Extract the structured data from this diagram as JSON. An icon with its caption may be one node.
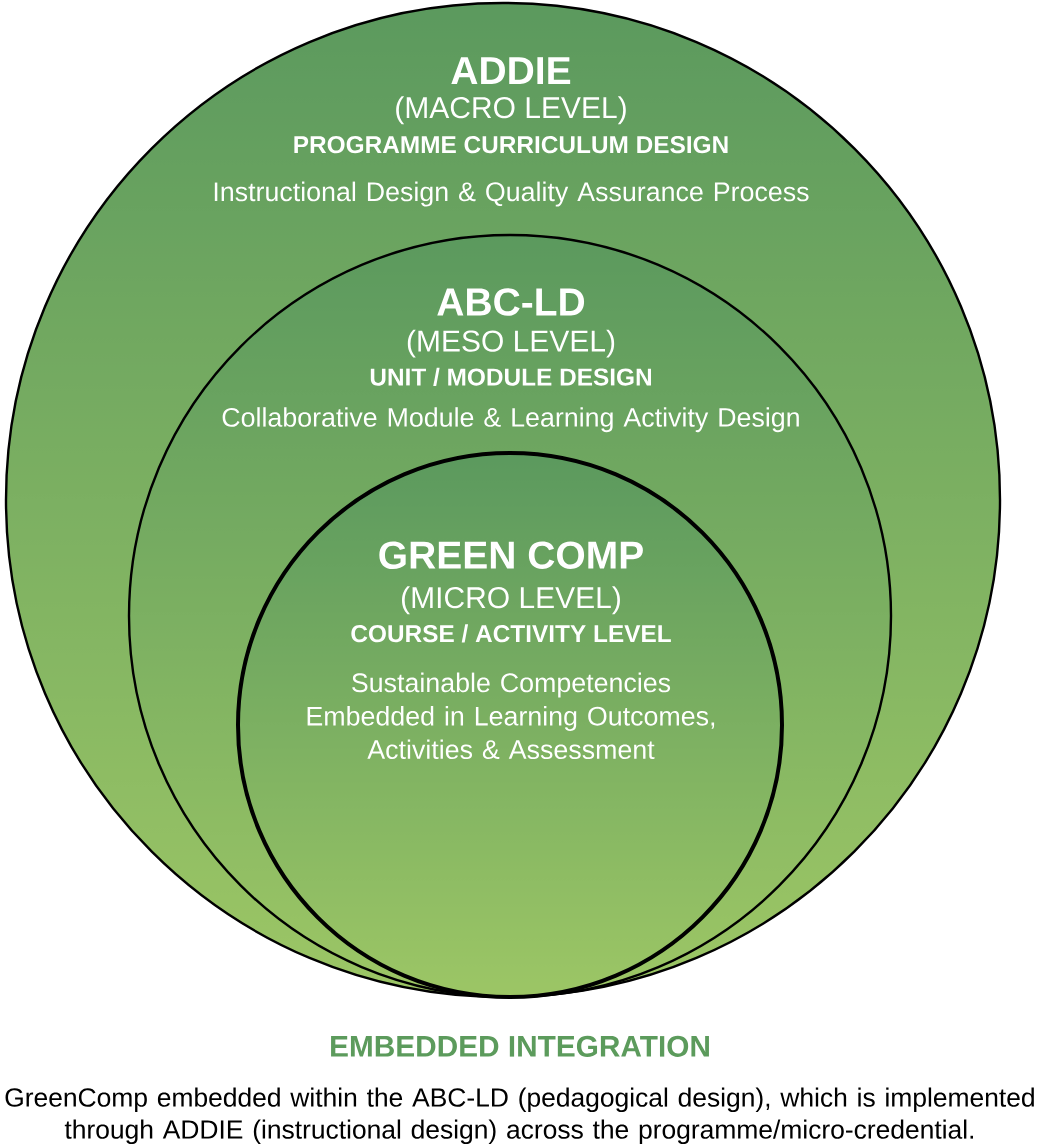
{
  "diagram": {
    "nodes": [
      {
        "text": [
          "ADDIE",
          "(MACRO LEVEL)",
          "PROGRAMME CURRICULUM DESIGN",
          "Instructional Design & Quality Assurance Process"
        ]
      },
      {
        "text": [
          "ABC-LD",
          "(MESO LEVEL)",
          "UNIT / MODULE DESIGN",
          "Collaborative Module & Learning Activity Design"
        ],
        "in": 0
      },
      {
        "text": [
          "GREEN COMP",
          "(MICRO LEVEL)",
          "COURSE / ACTIVITY LEVEL",
          "Sustainable Competencies Embedded in Learning Outcomes, Activities & Assessment"
        ],
        "in": 1
      }
    ],
    "labels": [
      "EMBEDDED INTEGRATION"
    ],
    "caption": "GreenComp embedded within the ABC-LD (pedagogical design), which is implemented through ADDIE (instructional design) across the programme/micro-credential."
  }
}
